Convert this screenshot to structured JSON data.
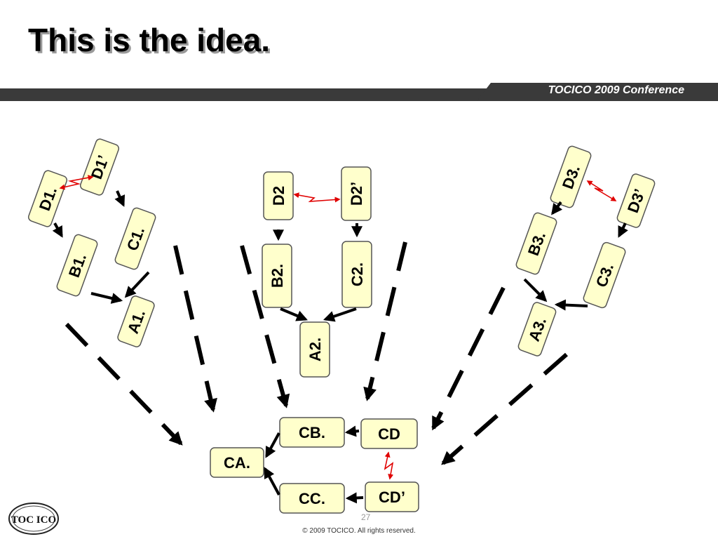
{
  "slide": {
    "title": "This is the idea.",
    "banner": "TOCICO 2009 Conference",
    "page_number": "27",
    "copyright": "© 2009 TOCICO.  All rights reserved.",
    "logo_text": "TOC ICO"
  },
  "colors": {
    "node_fill": "#ffffcc",
    "banner_dark": "#3a3a3a",
    "conflict_arrow": "#e00000",
    "arrow": "#000000"
  },
  "nodes": {
    "d1a": "D1.",
    "d1b": "D1’",
    "c1": "C1.",
    "b1": "B1.",
    "a1": "A1.",
    "d2a": "D2",
    "d2b": "D2’",
    "b2": "B2.",
    "c2": "C2.",
    "a2": "A2.",
    "d3a": "D3.",
    "d3b": "D3’",
    "b3": "B3.",
    "c3": "C3.",
    "a3": "A3.",
    "cb": "CB.",
    "cd": "CD",
    "ca": "CA.",
    "cc": "CC.",
    "cd2": "CD’"
  }
}
